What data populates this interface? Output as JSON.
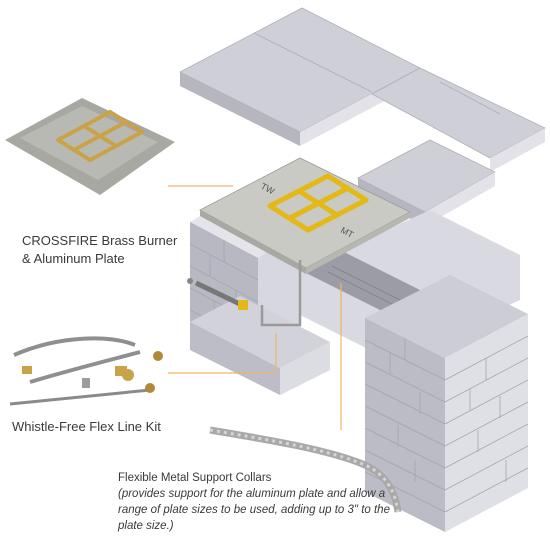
{
  "labels": {
    "burner_line1": "CROSSFIRE Brass Burner",
    "burner_line2": "& Aluminum Plate",
    "flex_kit": "Whistle-Free Flex Line Kit",
    "collars_title": "Flexible Metal Support Collars",
    "collars_note": "(provides support for the aluminum plate and allow a range of plate sizes to be used, adding up to 3\" to the plate size.)"
  },
  "plate_marks": {
    "left": "TW",
    "right": "MT"
  },
  "colors": {
    "block_top": "#c9c9d3",
    "block_left": "#b4b4bf",
    "block_right": "#e4e4ea",
    "plate": "#c8c8c2",
    "burner_gold": "#e3b817",
    "burner_brass": "#c9a24a",
    "steel": "#9a9a9a",
    "leader": "#f0b46a"
  }
}
